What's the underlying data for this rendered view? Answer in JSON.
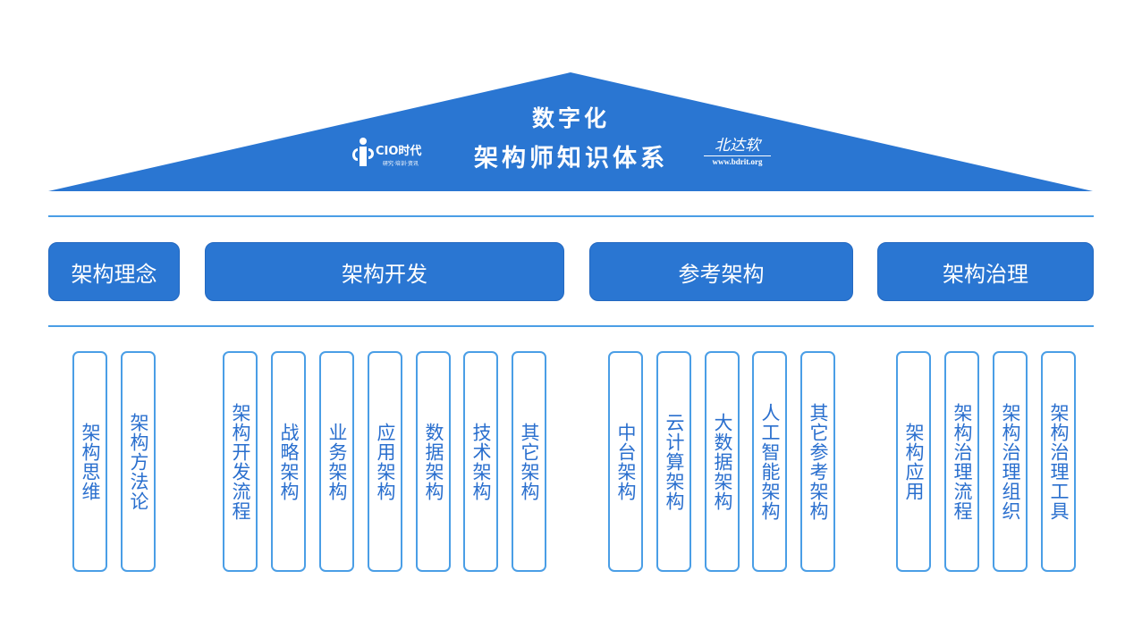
{
  "roof": {
    "title_line1": "数字化",
    "title_line2": "架构师知识体系",
    "color": "#2a76d2",
    "logo_left": {
      "name": "CIO时代",
      "tagline": "研究·培训·资讯"
    },
    "logo_right": {
      "name": "北达软",
      "url": "www.bdrit.org"
    }
  },
  "categories": [
    {
      "label": "架构理念",
      "pillars": [
        "架构思维",
        "架构方法论"
      ]
    },
    {
      "label": "架构开发",
      "pillars": [
        "架构开发流程",
        "战略架构",
        "业务架构",
        "应用架构",
        "数据架构",
        "技术架构",
        "其它架构"
      ]
    },
    {
      "label": "参考架构",
      "pillars": [
        "中台架构",
        "云计算架构",
        "大数据架构",
        "人工智能架构",
        "其它参考架构"
      ]
    },
    {
      "label": "架构治理",
      "pillars": [
        "架构应用",
        "架构治理流程",
        "架构治理组织",
        "架构治理工具"
      ]
    }
  ],
  "colors": {
    "primary": "#2a76d2",
    "line": "#4a9ee6",
    "pillar_text": "#2a6fce"
  }
}
